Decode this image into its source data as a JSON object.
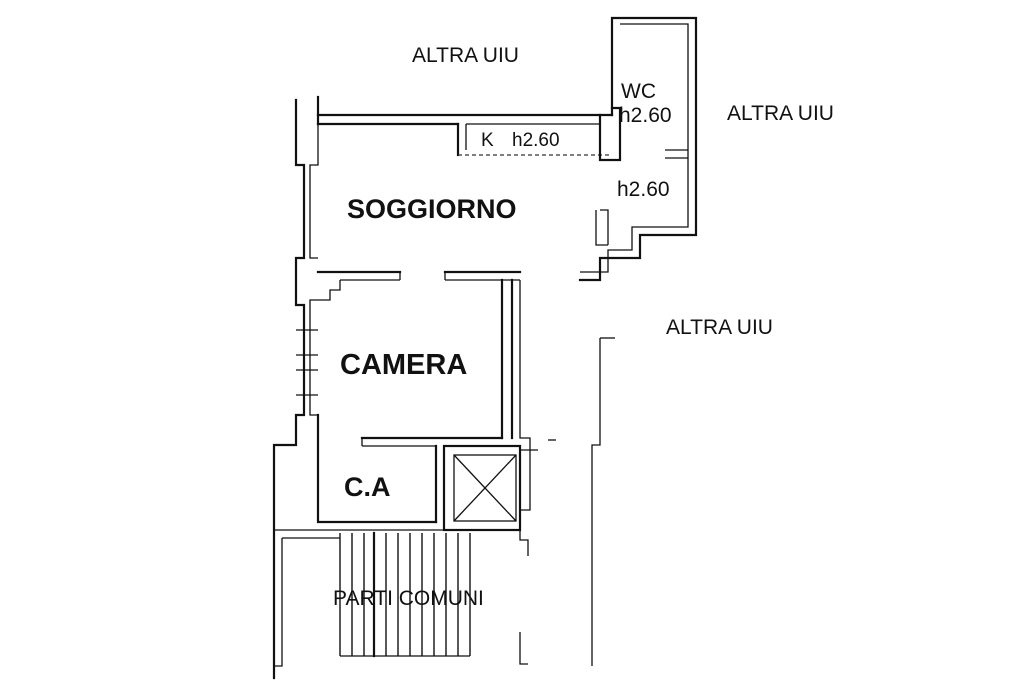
{
  "labels": {
    "altra_uiu_top": "ALTRA UIU",
    "altra_uiu_right_top": "ALTRA UIU",
    "altra_uiu_right_mid": "ALTRA UIU",
    "wc": "WC",
    "wc_height": "h2.60",
    "kitchen": "K",
    "kitchen_height": "h2.60",
    "corridor_height": "h2.60",
    "soggiorno": "SOGGIORNO",
    "camera": "CAMERA",
    "ca": "C.A",
    "parti_comuni": "PARTI COMUNI"
  },
  "colors": {
    "line": "#111111",
    "background": "#ffffff"
  }
}
